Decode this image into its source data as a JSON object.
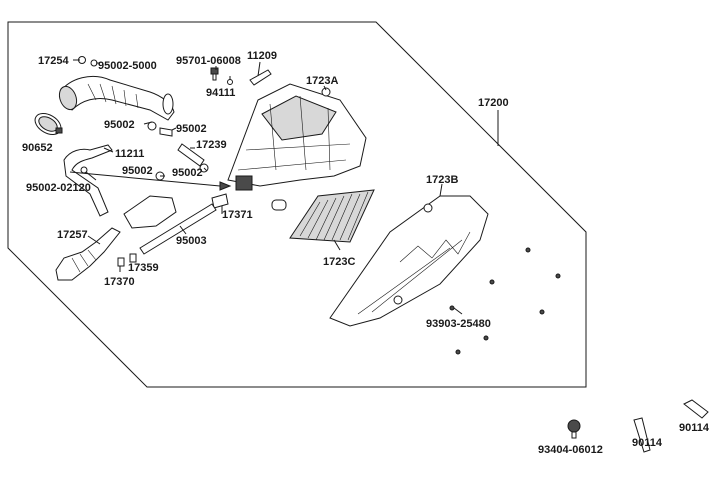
{
  "labels": {
    "p17254": "17254",
    "p95002_5000": "95002-5000",
    "p95701": "95701-06008",
    "p11209": "11209",
    "p94111": "94111",
    "p1723A": "1723A",
    "p17200": "17200",
    "p95002_a": "95002",
    "p95002_b": "95002",
    "p90652": "90652",
    "p17239": "17239",
    "p11211": "11211",
    "p95002_c": "95002",
    "p95002_d": "95002",
    "p95002_02120": "95002-02120",
    "p1723B": "1723B",
    "p17371": "17371",
    "p17257": "17257",
    "p95003": "95003",
    "p1723C": "1723C",
    "p17359": "17359",
    "p17370": "17370",
    "p93903": "93903-25480",
    "p90114_a": "90114",
    "p90114_b": "90114",
    "p93404": "93404-06012"
  }
}
